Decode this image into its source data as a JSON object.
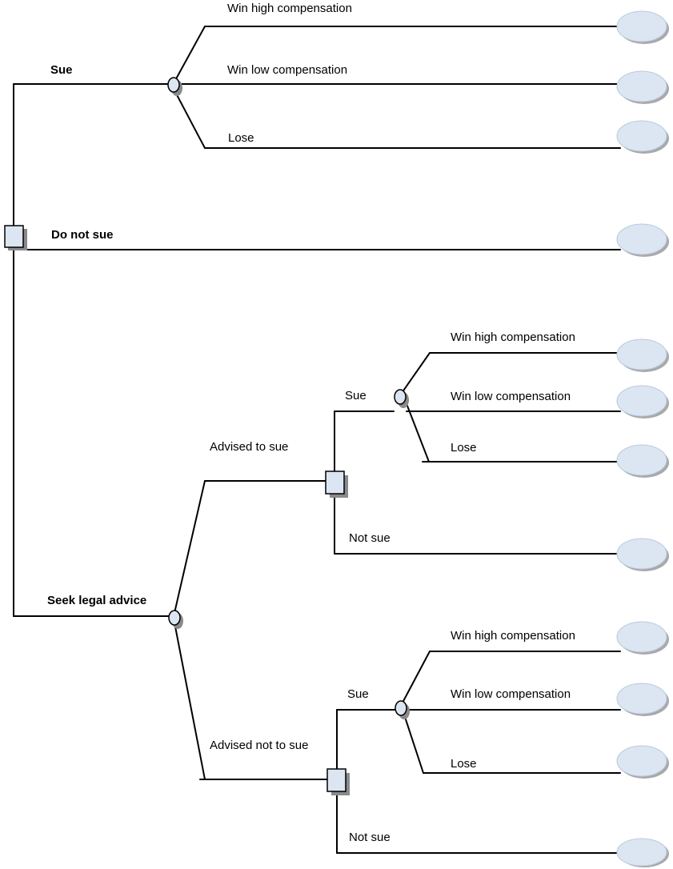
{
  "tree": {
    "root_branches": {
      "sue": "Sue",
      "do_not_sue": "Do not sue",
      "seek_legal_advice": "Seek legal advice"
    },
    "sue_outcomes": {
      "win_high": "Win high compensation",
      "win_low": "Win low compensation",
      "lose": "Lose"
    },
    "advice_outcomes": {
      "advised_to_sue": "Advised to sue",
      "advised_not_to_sue": "Advised not to sue"
    },
    "advised_to_sue_branch": {
      "sue": "Sue",
      "not_sue": "Not sue",
      "win_high": "Win high compensation",
      "win_low": "Win low compensation",
      "lose": "Lose"
    },
    "advised_not_to_sue_branch": {
      "sue": "Sue",
      "not_sue": "Not sue",
      "win_high": "Win high compensation",
      "win_low": "Win low compensation",
      "lose": "Lose"
    }
  },
  "colors": {
    "node_fill": "#dce6f2",
    "line": "#000000",
    "shadow": "#8a8a8a"
  }
}
